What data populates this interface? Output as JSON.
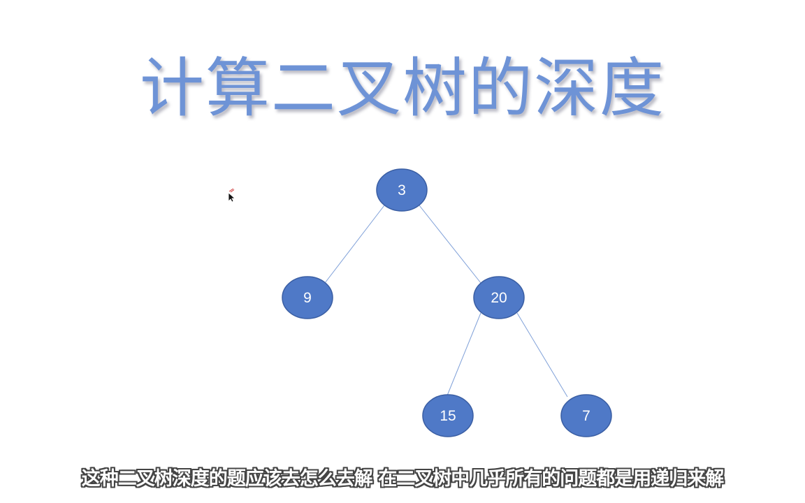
{
  "slide": {
    "title": "计算二叉树的深度",
    "subtitle": "这种二叉树深度的题应该去怎么去解 在二叉树中几乎所有的问题都是用递归来解"
  },
  "tree": {
    "nodes": [
      {
        "id": "n3",
        "label": "3"
      },
      {
        "id": "n9",
        "label": "9"
      },
      {
        "id": "n20",
        "label": "20"
      },
      {
        "id": "n15",
        "label": "15"
      },
      {
        "id": "n7",
        "label": "7"
      }
    ],
    "edges": [
      {
        "from": "n3",
        "to": "n9"
      },
      {
        "from": "n3",
        "to": "n20"
      },
      {
        "from": "n20",
        "to": "n15"
      },
      {
        "from": "n20",
        "to": "n7"
      }
    ]
  },
  "colors": {
    "title": "#6e93d6",
    "node_fill": "#4f79c7",
    "node_stroke": "#3a5ea3",
    "edge": "#7fa0d8"
  }
}
